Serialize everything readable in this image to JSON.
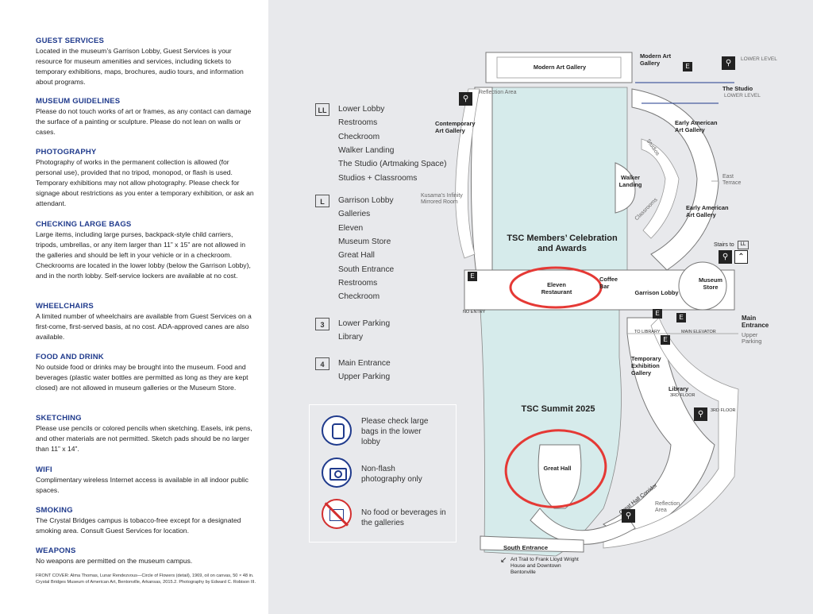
{
  "sections": [
    {
      "title": "GUEST SERVICES",
      "body": "Located in the museum’s Garrison Lobby, Guest Services is your resource for museum amenities and services, including tickets to temporary exhibitions, maps, brochures, audio tours, and information about programs."
    },
    {
      "title": "MUSEUM GUIDELINES",
      "body": "Please do not touch works of art or frames, as any contact can damage the surface of a painting or sculpture. Please do not lean on walls or cases."
    },
    {
      "title": "PHOTOGRAPHY",
      "body": "Photography of works in the permanent collection is allowed (for personal use), provided that no tripod, monopod, or flash is used. Temporary exhibitions may not allow photography. Please check for signage about restrictions as you enter a temporary exhibition, or ask an attendant."
    },
    {
      "title": "CHECKING LARGE BAGS",
      "body": "Large items, including large purses, backpack-style child carriers, tripods, umbrellas, or any item larger than 11” x 15” are not allowed in the galleries and should be left in your vehicle or in a checkroom. Checkrooms are located in the lower lobby (below the Garrison Lobby), and in the north lobby. Self-service lockers are available at no cost."
    },
    {
      "title": "WHEELCHAIRS",
      "body": "A limited number of wheelchairs are available from Guest Services on a first-come, first-served basis, at no cost. ADA-approved canes are also available."
    },
    {
      "title": "FOOD AND DRINK",
      "body": "No outside food or drinks may be brought into the museum. Food and beverages (plastic water bottles are permitted as long as they are kept closed) are not allowed in museum galleries or the Museum Store."
    },
    {
      "title": "SKETCHING",
      "body": "Please use pencils or colored pencils when sketching. Easels, ink pens, and other materials are not permitted. Sketch pads should be no larger than 11” x 14”."
    },
    {
      "title": "WIFI",
      "body": "Complimentary wireless Internet access is available in all indoor public spaces."
    },
    {
      "title": "SMOKING",
      "body": "The Crystal Bridges campus is tobacco-free except for a designated smoking area. Consult Guest Services for location."
    },
    {
      "title": "WEAPONS",
      "body": "No weapons are permitted on the museum campus."
    }
  ],
  "footnote": "FRONT COVER: Alma Thomas, Lunar Rendezvous—Circle of Flowers (detail), 1969, oil on canvas, 50 × 48 in. Crystal Bridges Museum of American Art, Bentonville, Arkansas, 2015.2. Photography by Edward C. Robison III.",
  "legend": [
    {
      "key": "LL",
      "items": [
        "Lower Lobby",
        "Restrooms",
        "Checkroom",
        "Walker Landing",
        "The Studio (Artmaking Space)",
        "Studios + Classrooms"
      ]
    },
    {
      "key": "L",
      "items": [
        "Garrison Lobby",
        "Galleries",
        "Eleven",
        "Museum Store",
        "Great Hall",
        "South Entrance",
        "Restrooms",
        "Checkroom"
      ]
    },
    {
      "key": "3",
      "items": [
        "Lower Parking",
        "Library"
      ]
    },
    {
      "key": "4",
      "items": [
        "Main Entrance",
        "Upper Parking"
      ]
    }
  ],
  "notices": [
    {
      "icon": "backpack-icon",
      "text": "Please check large bags in the lower lobby"
    },
    {
      "icon": "camera-icon",
      "text": "Non-flash photography only"
    },
    {
      "icon": "no-food-icon",
      "text": "No food or beverages in the galleries"
    }
  ],
  "map": {
    "event_top": "TSC Members’ Celebration and Awards",
    "event_bottom": "TSC Summit 2025",
    "modern_art_gallery": "Modern Art Gallery",
    "modern_art_gallery_2": "Modern Art Gallery",
    "lower_level": "LOWER LEVEL",
    "the_studio": "The Studio",
    "the_studio_sub": "LOWER LEVEL",
    "reflection_area_top": "Reflection Area",
    "contemporary": "Contemporary Art Gallery",
    "early_american_1": "Early American Art Gallery",
    "early_american_2": "Early American Art Gallery",
    "studios": "Studios",
    "classrooms": "Classrooms",
    "walker_landing": "Walker Landing",
    "east_terrace": "East Terrace",
    "kusama": "Kusama’s Infinity Mirrored Room",
    "stairs_to": "Stairs to",
    "stairs_key": "LL",
    "eleven": "Eleven Restaurant",
    "coffee_bar": "Coffee Bar",
    "garrison_lobby": "Garrison Lobby",
    "museum_store": "Museum Store",
    "no_entry": "NO ENTRY",
    "main_entrance": "Main Entrance",
    "upper_parking": "Upper Parking",
    "to_library": "TO LIBRARY",
    "main_elevator": "MAIN ELEVATOR",
    "temporary": "Temporary Exhibition Gallery",
    "library": "Library",
    "third_floor": "3RD FLOOR",
    "third_floor_2": "3RD FLOOR",
    "great_hall": "Great Hall",
    "great_hall_corridor": "Great Hall Corridor",
    "reflection_area_bottom": "Reflection Area",
    "south_entrance": "South Entrance",
    "art_trail": "Art Trail to Frank Lloyd Wright House and Downtown Bentonville",
    "elevator_letter": "E"
  },
  "colors": {
    "heading": "#1f3a8c",
    "map_bg": "#e8e9ec",
    "hall_fill": "#d6ebeb",
    "annotation": "#e53935"
  }
}
